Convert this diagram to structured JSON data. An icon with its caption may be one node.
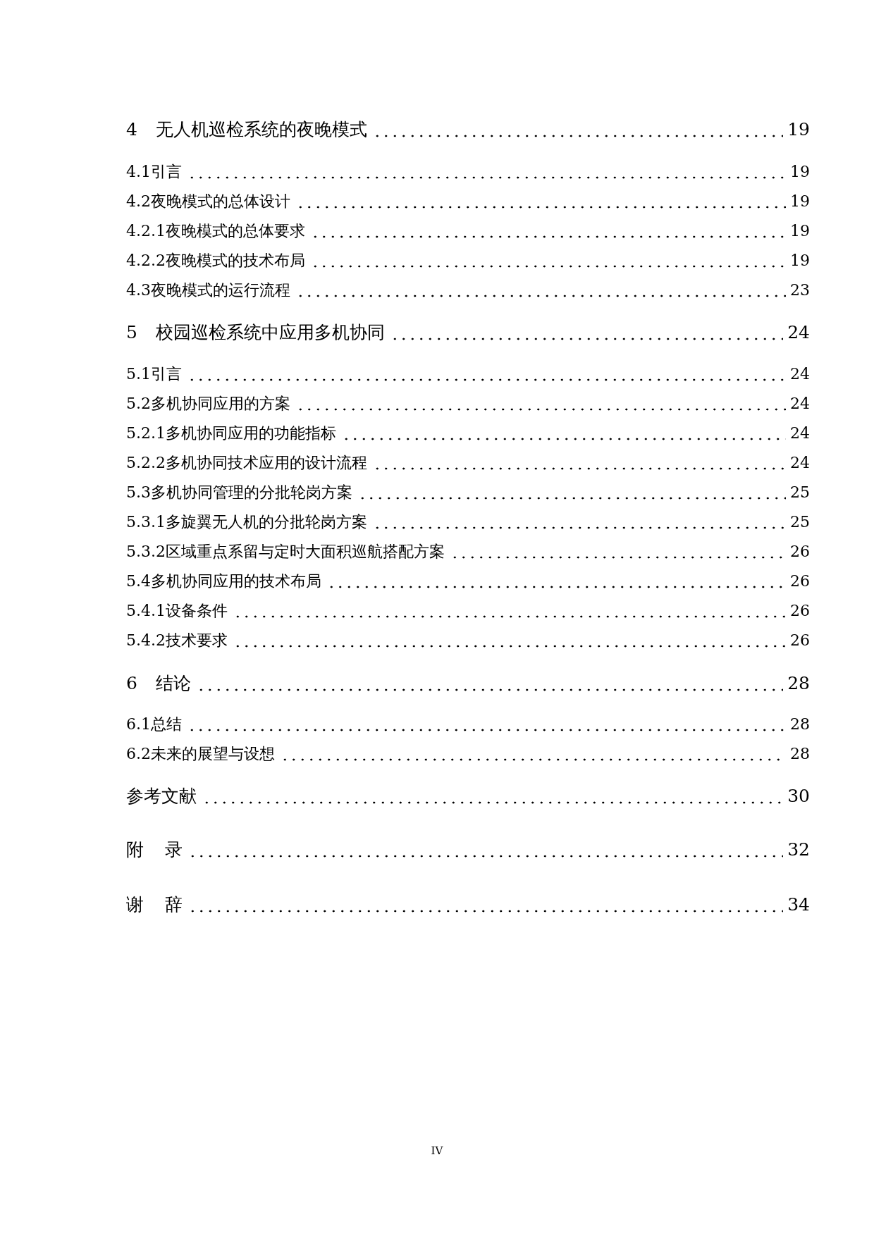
{
  "diagram": {
    "labels": [
      "4",
      "无人机巡检系统的夜晚模式",
      "19",
      "4.1引言",
      "19",
      "4.2夜晚模式的总体设计",
      "19",
      "4.2.1夜晚模式的总体要求",
      "19",
      "4.2.2夜晚模式的技术布局",
      "19",
      "4.3夜晚模式的运行流程",
      "23",
      "5",
      "校园巡检系统中应用多机协同",
      "24",
      "5.1引言",
      "24",
      "5.2多机协同应用的方案",
      "24",
      "5.2.1多机协同应用的功能指标",
      "24",
      "5.2.2多机协同技术应用的设计流程",
      "24",
      "5.3多机协同管理的分批轮岗方案",
      "25",
      "5.3.1多旋翼无人机的分批轮岗方案",
      "25",
      "5.3.2区域重点系留与定时大面积巡航搭配方案",
      "26",
      "5.4多机协同应用的技术布局",
      "26",
      "5.4.1设备条件",
      "26",
      "5.4.2技术要求",
      "26",
      "6",
      "结论",
      "28",
      "6.1总结",
      "28",
      "6.2未来的展望与设想",
      "28",
      "参考文献",
      "30",
      "附 录",
      "32",
      "谢 辞",
      "34",
      "IV"
    ]
  }
}
